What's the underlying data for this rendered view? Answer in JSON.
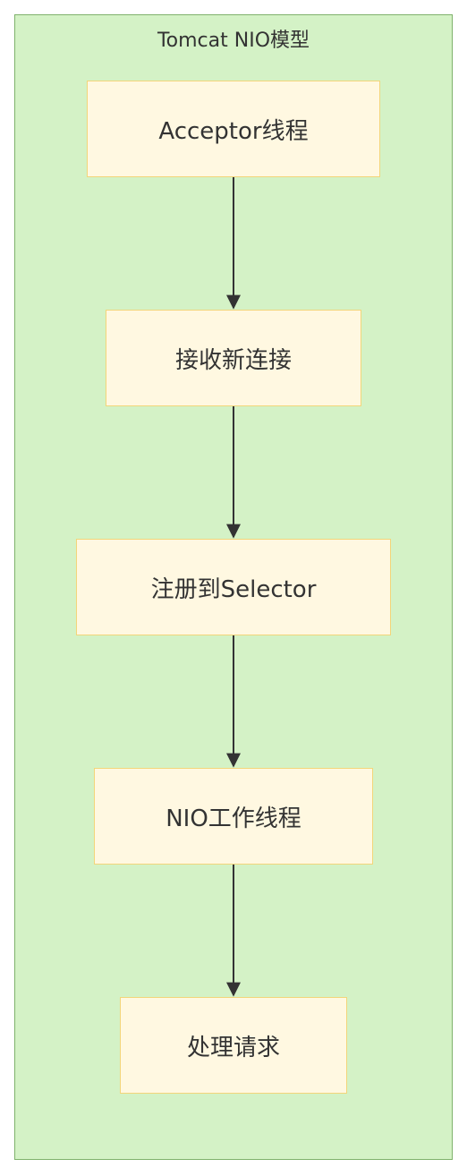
{
  "diagram": {
    "cluster_title": "Tomcat NIO模型",
    "nodes": [
      {
        "id": "n1",
        "label": "Acceptor线程"
      },
      {
        "id": "n2",
        "label": "接收新连接"
      },
      {
        "id": "n3",
        "label": "注册到Selector"
      },
      {
        "id": "n4",
        "label": "NIO工作线程"
      },
      {
        "id": "n5",
        "label": "处理请求"
      }
    ],
    "edges": [
      {
        "from": "n1",
        "to": "n2"
      },
      {
        "from": "n2",
        "to": "n3"
      },
      {
        "from": "n3",
        "to": "n4"
      },
      {
        "from": "n4",
        "to": "n5"
      }
    ],
    "colors": {
      "cluster_fill": "#d4f2c6",
      "cluster_border": "#7fb26b",
      "node_fill": "#fff8e1",
      "node_border": "#f3d57a",
      "edge": "#333333",
      "text": "#333333"
    }
  }
}
